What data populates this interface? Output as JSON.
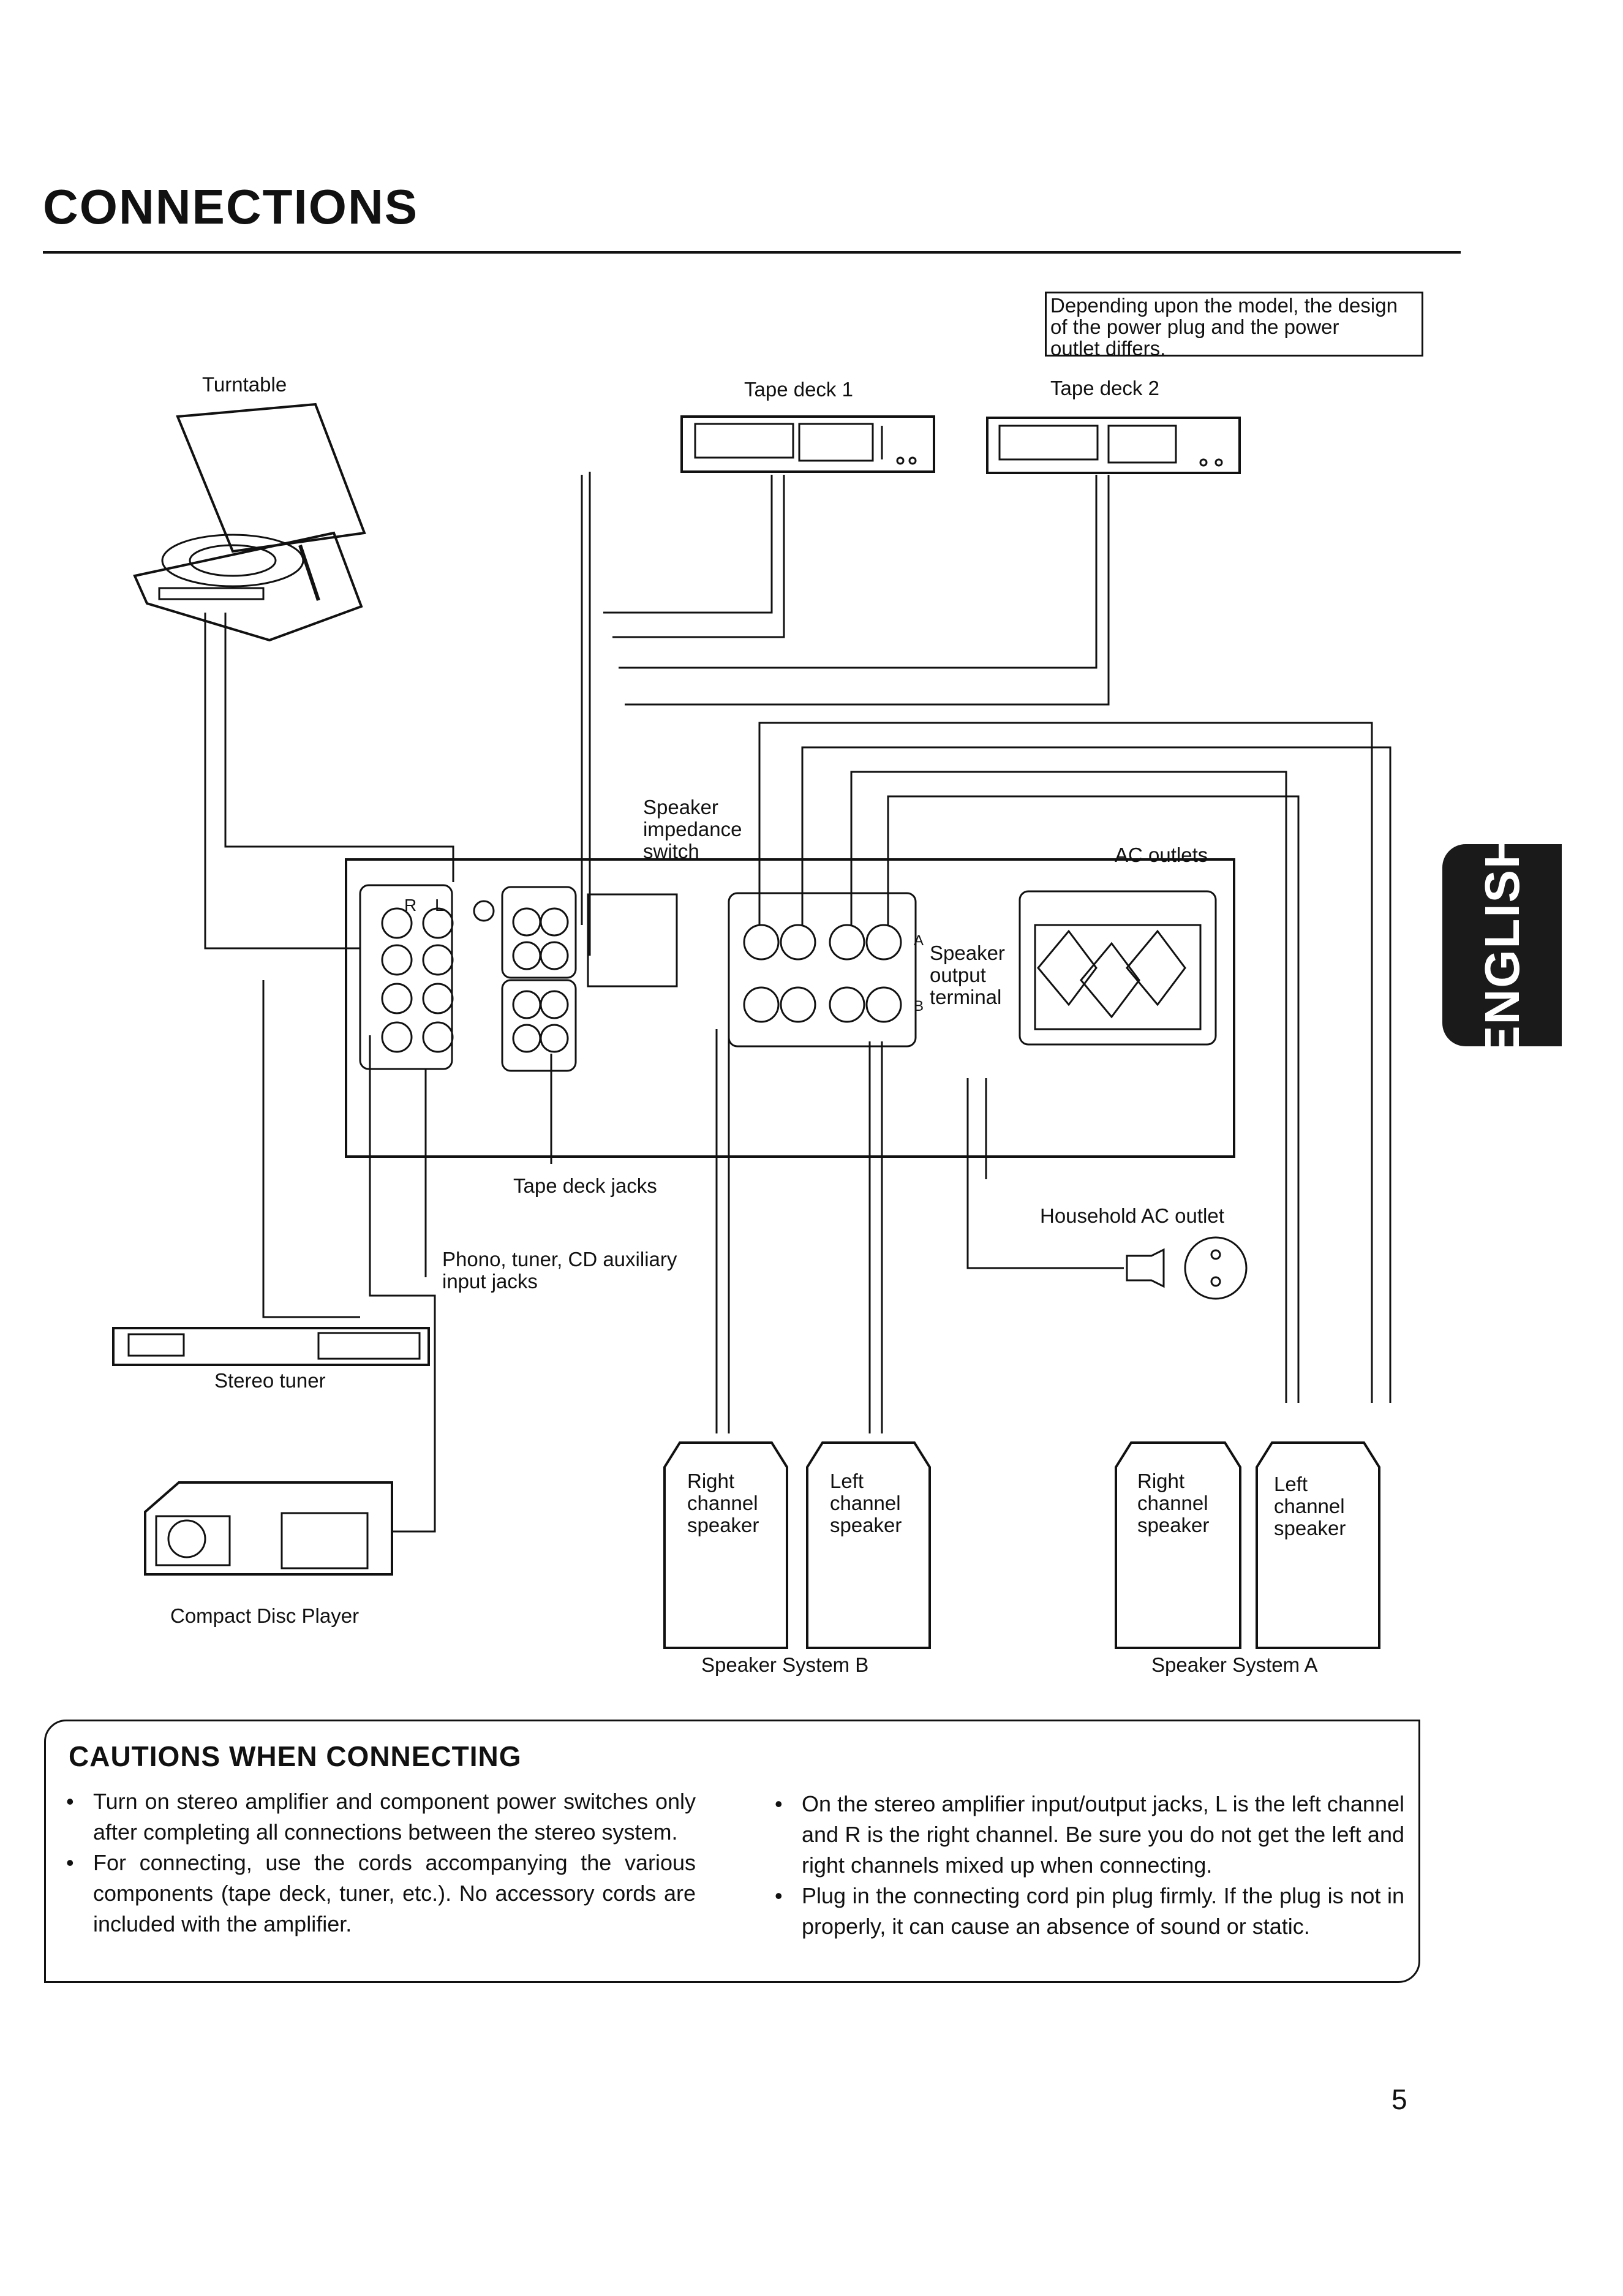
{
  "page": {
    "title": "CONNECTIONS",
    "page_number": "5",
    "side_tab": "ENGLISH"
  },
  "notes": {
    "plug_note": [
      "Depending upon the model, the design",
      "of the power plug and the power",
      "outlet differs."
    ]
  },
  "components": {
    "turntable": "Turntable",
    "tape_deck_1": "Tape deck 1",
    "tape_deck_2": "Tape deck 2",
    "stereo_tuner": "Stereo tuner",
    "cd_player": "Compact Disc Player",
    "household_ac": "Household AC outlet"
  },
  "amplifier_labels": {
    "impedance_switch": [
      "Speaker",
      "impedance",
      "switch"
    ],
    "ac_outlets": "AC outlets",
    "speaker_output": [
      "Speaker",
      "output",
      "terminal"
    ],
    "tape_deck_jacks": "Tape deck jacks",
    "input_jacks": [
      "Phono, tuner, CD auxiliary",
      "input jacks"
    ],
    "r_label": "R",
    "l_label": "L",
    "a_label": "A",
    "b_label": "B"
  },
  "speakers": {
    "system_b": {
      "label": "Speaker System B",
      "right": [
        "Right",
        "channel",
        "speaker"
      ],
      "left": [
        "Left",
        "channel",
        "speaker"
      ]
    },
    "system_a": {
      "label": "Speaker System A",
      "right": [
        "Right",
        "channel",
        "speaker"
      ],
      "left": [
        "Left",
        "channel",
        "speaker"
      ]
    }
  },
  "cautions": {
    "title": "CAUTIONS WHEN CONNECTING",
    "bullet": "•",
    "left_items": [
      "Turn on stereo amplifier and component power switches only after completing all connections between the stereo system.",
      "For connecting, use the cords accompanying the various components (tape deck, tuner, etc.). No accessory cords are included with the amplifier."
    ],
    "right_items": [
      "On the stereo amplifier input/output jacks, L is the left channel and R is the right channel. Be sure you do not get the left and right channels mixed up when connecting.",
      "Plug in the connecting cord pin plug firmly. If the plug is not in properly, it can cause an absence of sound or static."
    ]
  }
}
